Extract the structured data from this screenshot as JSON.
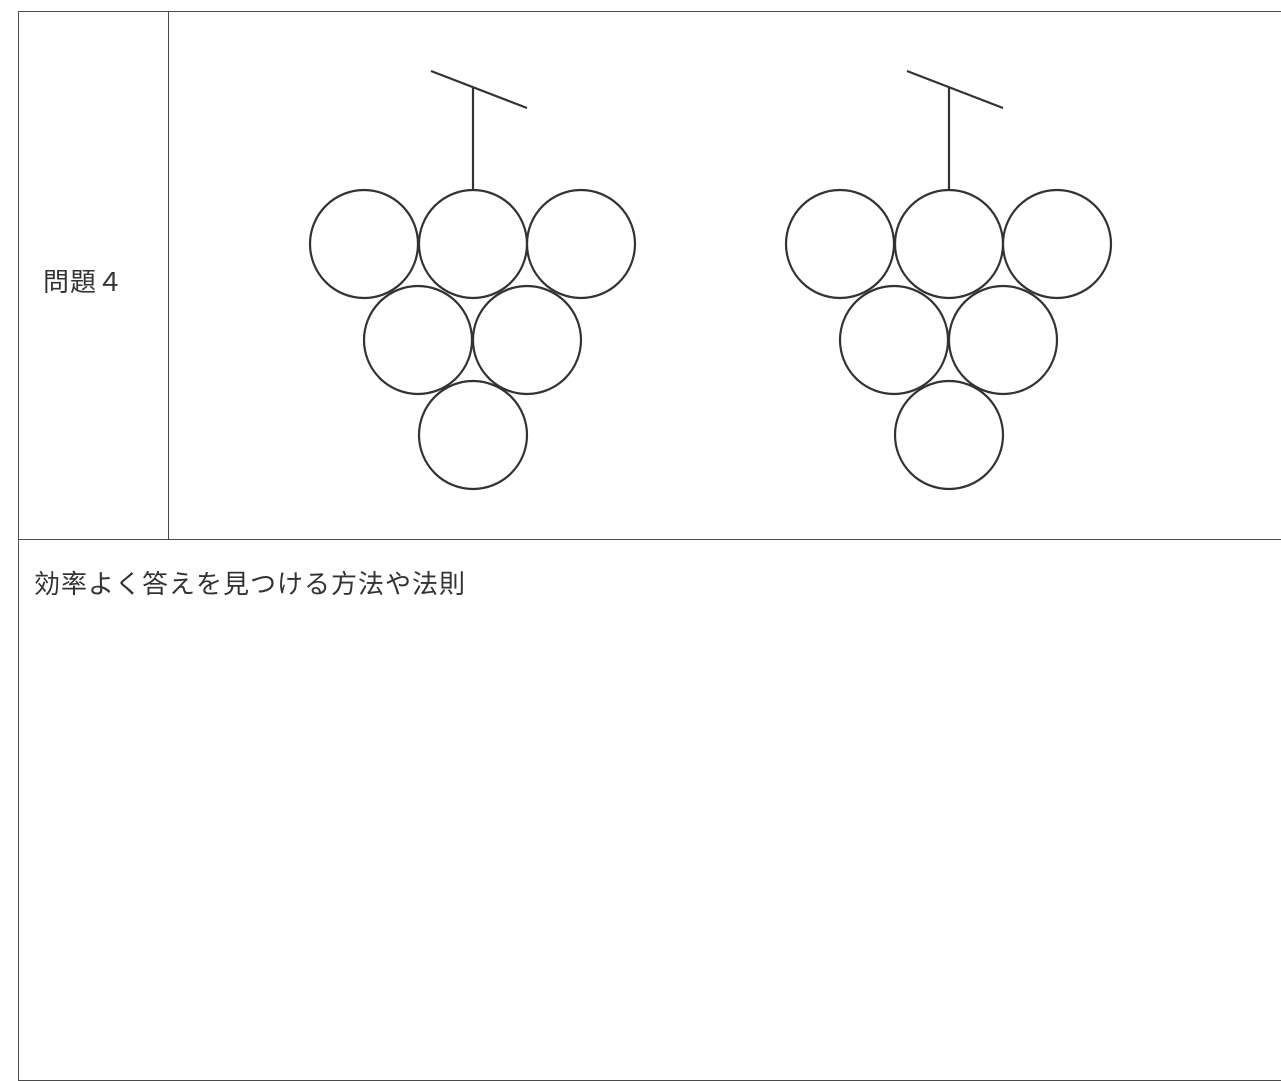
{
  "problem": {
    "label": "問題４"
  },
  "method_section": {
    "title": "効率よく答えを見つける方法や法則"
  },
  "figure": {
    "grape_clusters": [
      {
        "name": "grape-cluster-left",
        "grape_count": 6
      },
      {
        "name": "grape-cluster-right",
        "grape_count": 6
      }
    ],
    "stroke_color": "#333333",
    "fill_color": "#ffffff"
  }
}
